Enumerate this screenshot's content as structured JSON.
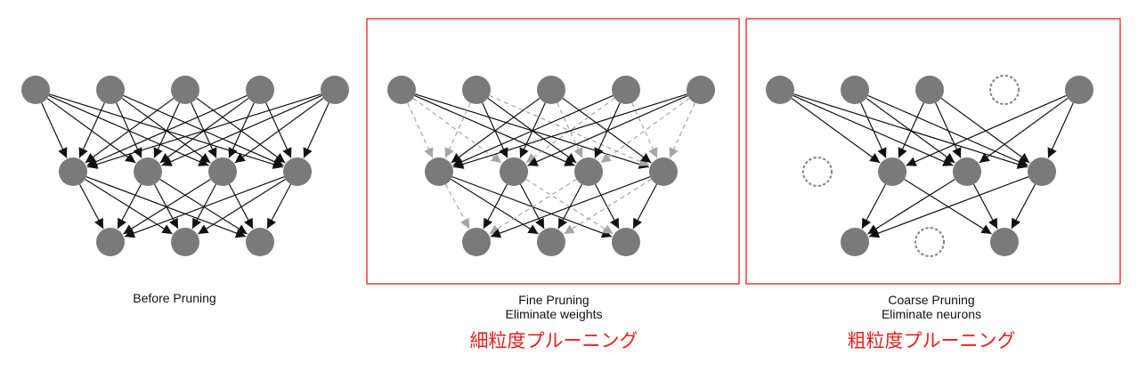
{
  "colors": {
    "node": "#7a7a7a",
    "edge": "#111111",
    "pruned_edge": "#a6a6a6",
    "box_border": "#e8201c",
    "label_jp": "#e8201c"
  },
  "panels": [
    {
      "id": "before",
      "caption_line1": "Before Pruning",
      "caption_line2": "",
      "label_jp": "",
      "boxed": false,
      "layers": [
        5,
        4,
        3
      ],
      "removed_neurons": {
        "0": [],
        "1": [],
        "2": []
      },
      "pruned_weights": []
    },
    {
      "id": "fine",
      "caption_line1": "Fine Pruning",
      "caption_line2": "Eliminate weights",
      "label_jp": "細粒度プルーニング",
      "boxed": true,
      "layers": [
        5,
        4,
        3
      ],
      "removed_neurons": {
        "0": [],
        "1": [],
        "2": []
      },
      "pruned_weights": [
        [
          0,
          0,
          0
        ],
        [
          0,
          0,
          1
        ],
        [
          0,
          1,
          0
        ],
        [
          0,
          1,
          3
        ],
        [
          0,
          2,
          2
        ],
        [
          0,
          3,
          1
        ],
        [
          0,
          3,
          3
        ],
        [
          0,
          4,
          2
        ],
        [
          0,
          4,
          3
        ],
        [
          1,
          0,
          0
        ],
        [
          1,
          1,
          2
        ],
        [
          1,
          2,
          0
        ],
        [
          1,
          3,
          1
        ]
      ]
    },
    {
      "id": "coarse",
      "caption_line1": "Coarse Pruning",
      "caption_line2": "Eliminate neurons",
      "label_jp": "粗粒度プルーニング",
      "boxed": true,
      "layers": [
        5,
        4,
        3
      ],
      "removed_neurons": {
        "0": [
          3
        ],
        "1": [
          0
        ],
        "2": [
          1
        ]
      },
      "pruned_weights": []
    }
  ]
}
